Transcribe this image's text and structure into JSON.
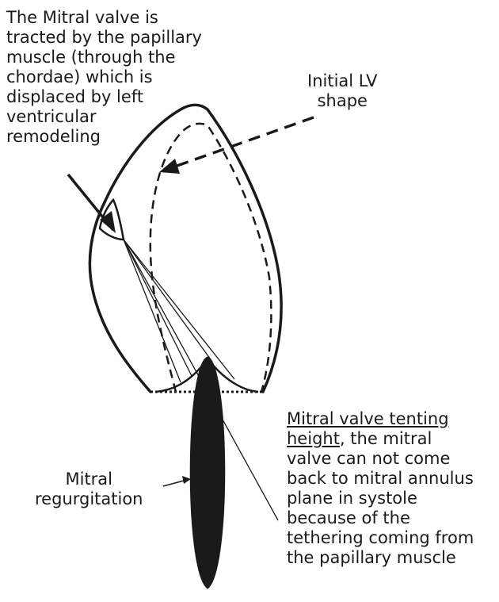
{
  "labels": {
    "mitral_tract": {
      "lines": [
        "The Mitral valve is",
        "tracted by the papillary",
        "muscle (through the",
        "chordae) which is",
        "displaced by left",
        "ventricular",
        "remodeling"
      ]
    },
    "initial_lv": {
      "lines": [
        "Initial LV",
        "shape"
      ]
    },
    "regurgitation": {
      "lines": [
        "Mitral",
        "regurgitation"
      ]
    },
    "tenting": {
      "title_lines": [
        "Mitral valve tenting",
        "height"
      ],
      "title_suffix": ", the mitral",
      "lines": [
        "valve can not come",
        "back to mitral annulus",
        "plane in systole",
        "because of the",
        "tethering coming from",
        "the papillary muscle"
      ]
    }
  },
  "colors": {
    "ink": "#1a1a1a",
    "background": "#ffffff",
    "jet_fill": "#1a1a1a"
  }
}
